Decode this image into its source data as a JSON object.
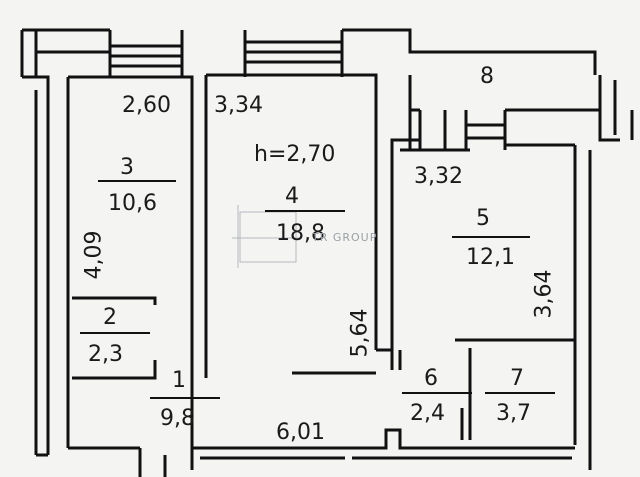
{
  "rooms": [
    {
      "id": "1",
      "area": "9,8"
    },
    {
      "id": "2",
      "area": "2,3"
    },
    {
      "id": "3",
      "area": "10,6"
    },
    {
      "id": "4",
      "area": "18,8"
    },
    {
      "id": "5",
      "area": "12,1"
    },
    {
      "id": "6",
      "area": "2,4"
    },
    {
      "id": "7",
      "area": "3,7"
    },
    {
      "id": "8"
    }
  ],
  "dimensions": {
    "d_260": "2,60",
    "d_334": "3,34",
    "d_332": "3,32",
    "d_409": "4,09",
    "d_564": "5,64",
    "d_364": "3,64",
    "d_601": "6,01"
  },
  "ceiling_height": "h=2,70",
  "watermark": "TR GROUP",
  "colors": {
    "wall": "#111111",
    "background": "#f4f4f2"
  }
}
